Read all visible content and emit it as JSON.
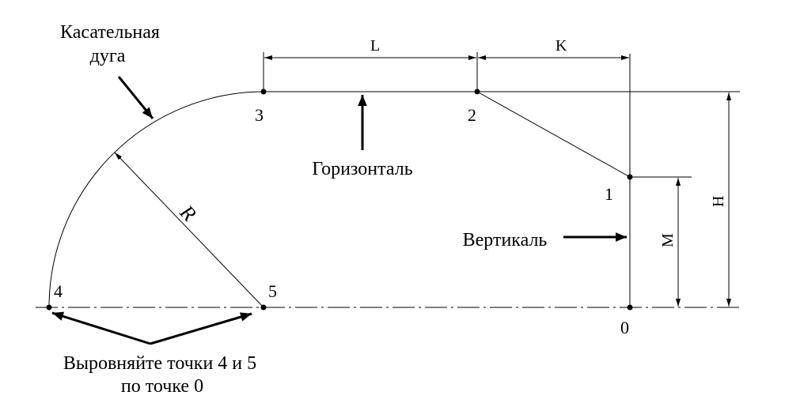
{
  "labels": {
    "tangent_arc": [
      "Касательная",
      "дуга"
    ],
    "horizontal": "Горизонталь",
    "vertical": "Вертикаль",
    "align_note": [
      "Выровняйте точки 4 и 5",
      "по точке 0"
    ],
    "radius": "R"
  },
  "points": {
    "p0": "0",
    "p1": "1",
    "p2": "2",
    "p3": "3",
    "p4": "4",
    "p5": "5"
  },
  "dimensions": {
    "L": "L",
    "K": "K",
    "H": "H",
    "M": "M"
  },
  "colors": {
    "line": "#000000",
    "background": "#ffffff"
  }
}
